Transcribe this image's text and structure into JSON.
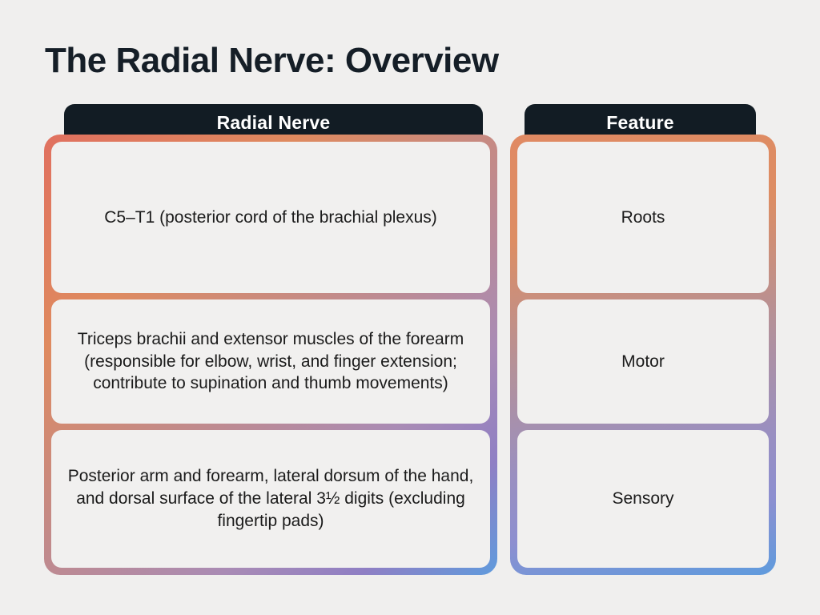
{
  "page": {
    "title": "The Radial Nerve: Overview",
    "background_color": "#f0efee",
    "title_color": "#151e27"
  },
  "theme": {
    "header_bar_color": "#121c24",
    "header_text_color": "#ffffff",
    "cell_background": "#f1f0ef",
    "cell_text_color": "#1b1b1b",
    "gradient_start": "#e0705f",
    "gradient_mid_orange": "#df8a5f",
    "gradient_mid_purple": "#8f7fc4",
    "gradient_end": "#5f9bdd"
  },
  "table": {
    "columns": [
      {
        "header": "Radial Nerve",
        "key": "radial_nerve"
      },
      {
        "header": "Feature",
        "key": "feature"
      }
    ],
    "rows": [
      {
        "feature": "Roots",
        "radial_nerve": "C5–T1 (posterior cord of the brachial plexus)"
      },
      {
        "feature": "Motor",
        "radial_nerve": "Triceps brachii and extensor muscles of the forearm (responsible for elbow, wrist, and finger extension; contribute to supination and thumb movements)"
      },
      {
        "feature": "Sensory",
        "radial_nerve": "Posterior arm and forearm, lateral dorsum of the hand, and dorsal surface of the lateral 3½ digits (excluding fingertip pads)"
      }
    ]
  }
}
